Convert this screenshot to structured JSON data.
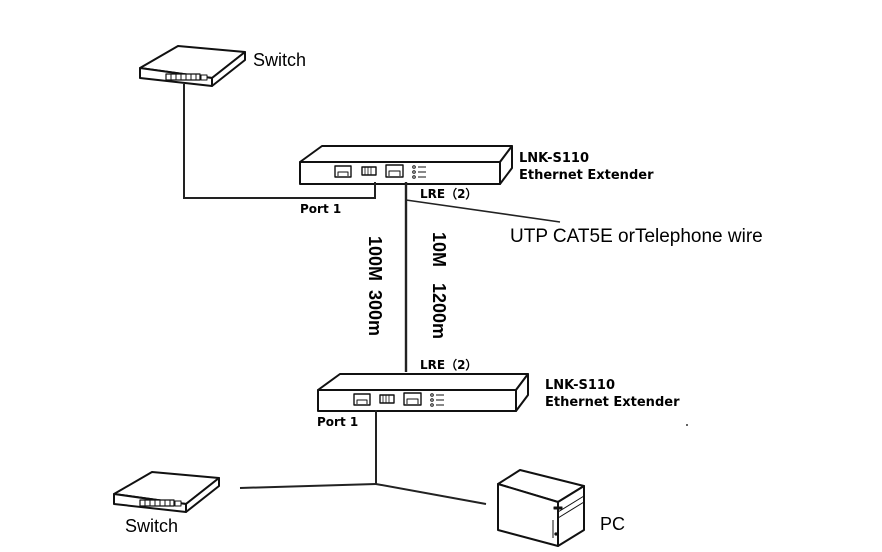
{
  "labels": {
    "switch_top": "Switch",
    "device_top_model": "LNK-S110",
    "device_top_desc": "Ethernet Extender",
    "port_top": "Port 1",
    "lre_top": "LRE（2）",
    "wire": "UTP CAT5E  orTelephone wire",
    "speed_left_a": "100M",
    "speed_left_b": "300m",
    "speed_right_a": "10M",
    "speed_right_b": "1200m",
    "lre_bottom": "LRE（2）",
    "device_bottom_model": "LNK-S110",
    "device_bottom_desc": "Ethernet Extender",
    "port_bottom": "Port 1",
    "switch_bottom": "Switch",
    "pc": "PC"
  },
  "icons": {
    "switch": "network-switch-icon",
    "extender": "ethernet-extender-icon",
    "pc": "desktop-tower-icon"
  }
}
